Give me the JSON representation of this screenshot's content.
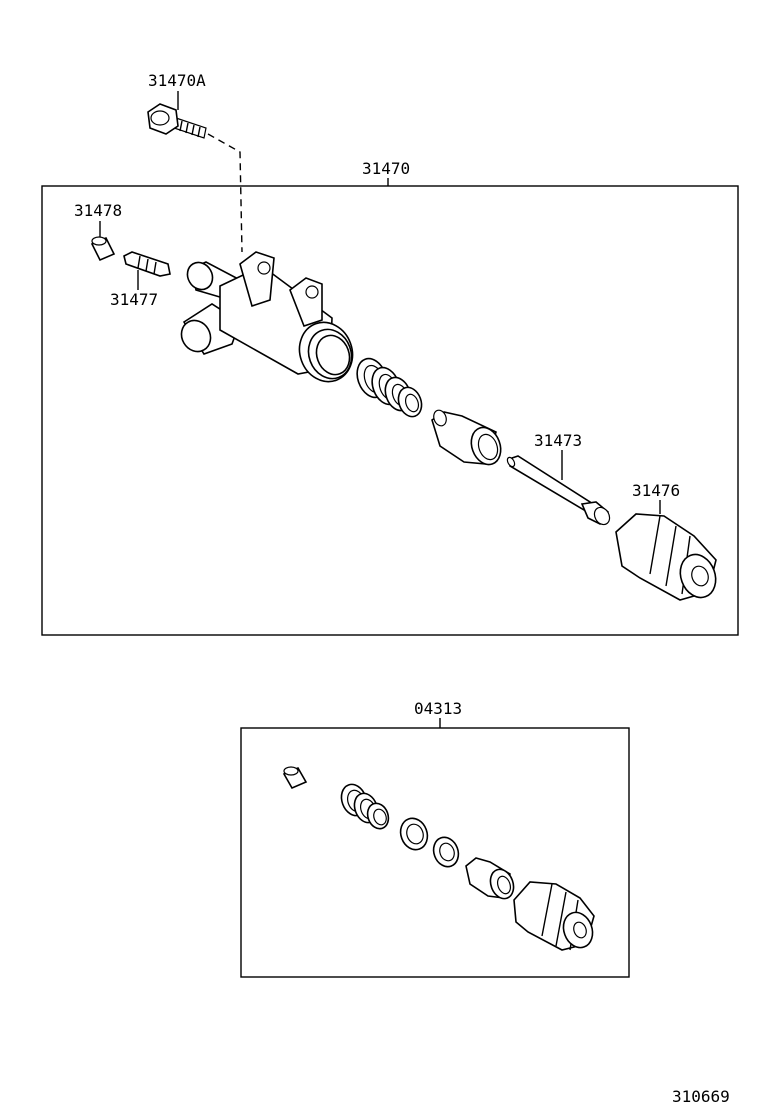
{
  "diagram_id": "310669",
  "labels": {
    "bolt": "31470A",
    "assembly": "31470",
    "bleeder_cap": "31478",
    "bleeder_plug": "31477",
    "push_rod": "31473",
    "boot": "31476",
    "repair_kit": "04313"
  }
}
